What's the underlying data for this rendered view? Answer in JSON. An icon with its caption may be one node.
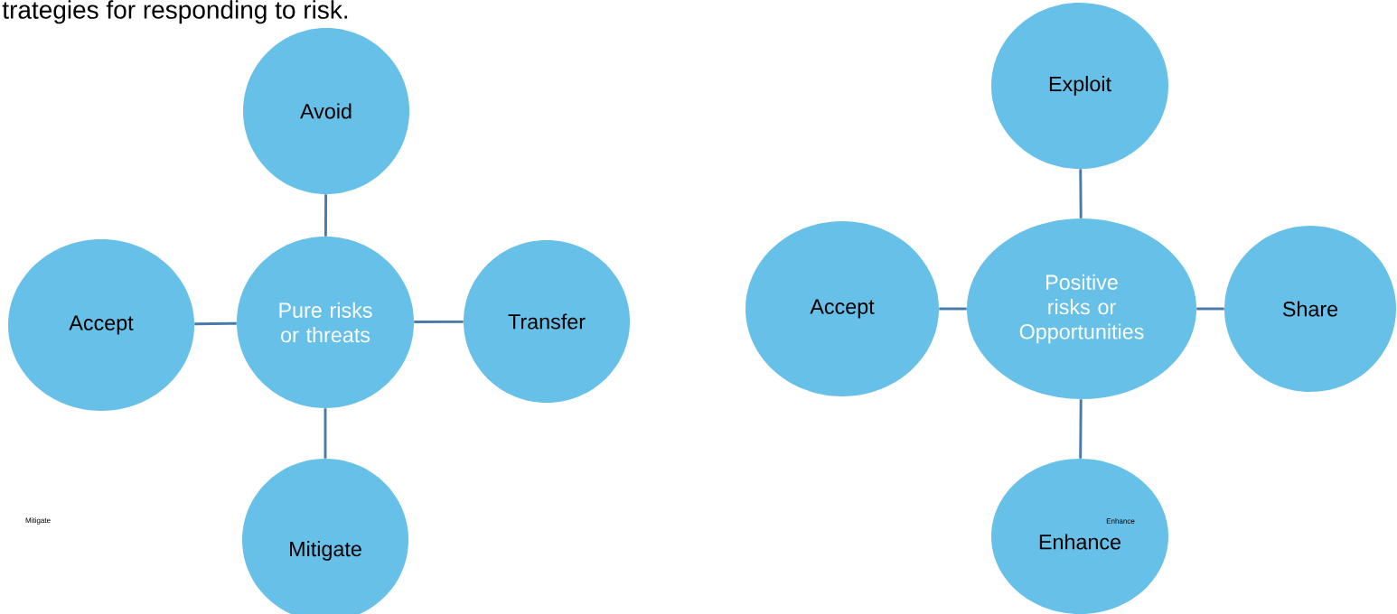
{
  "diagram": {
    "title": "trategies for responding to risk.",
    "nodes": [
      {
        "text": [
          "Pure risks or threats"
        ]
      },
      {
        "text": [
          "Avoid"
        ]
      },
      {
        "text": [
          "Accept"
        ]
      },
      {
        "text": [
          "Transfer"
        ]
      },
      {
        "text": [
          "Mitigate"
        ]
      },
      {
        "text": [
          "Positive risks or Opportunities"
        ]
      },
      {
        "text": [
          "Exploit"
        ]
      },
      {
        "text": [
          "Accept"
        ]
      },
      {
        "text": [
          "Share"
        ]
      },
      {
        "text": [
          "Enhance"
        ]
      }
    ],
    "edges": [
      {
        "from": 0,
        "to": 1,
        "arrow": "none"
      },
      {
        "from": 0,
        "to": 2,
        "arrow": "none"
      },
      {
        "from": 0,
        "to": 3,
        "arrow": "none"
      },
      {
        "from": 0,
        "to": 4,
        "arrow": "none"
      },
      {
        "from": 5,
        "to": 6,
        "arrow": "none"
      },
      {
        "from": 5,
        "to": 7,
        "arrow": "none"
      },
      {
        "from": 5,
        "to": 8,
        "arrow": "none"
      },
      {
        "from": 5,
        "to": 9,
        "arrow": "none"
      }
    ],
    "labels": [
      "Mitigate",
      "Enhance"
    ]
  }
}
